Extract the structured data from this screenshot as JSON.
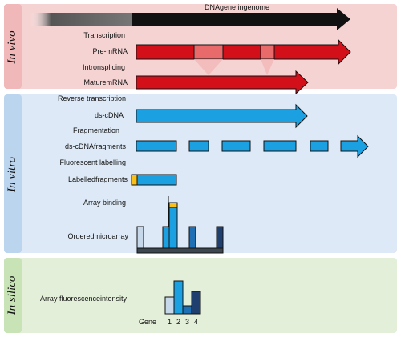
{
  "panels": {
    "in_vivo": {
      "title": "In vivo",
      "bg": "#f6d3d3",
      "side": "#f0b8b8"
    },
    "in_vitro": {
      "title": "In vitro",
      "bg": "#dde9f6",
      "side": "#bcd5ef"
    },
    "in_silico": {
      "title": "In silico",
      "bg": "#e3efd9",
      "side": "#c8e3b6"
    }
  },
  "steps": {
    "genome": "DNAgene ingenome",
    "transcription": "Transcription",
    "pre_mrna": "Pre-mRNA",
    "intron_splicing": "Intronsplicing",
    "mature_mrna": "MaturemRNA",
    "reverse_transcription": "Reverse transcription",
    "ds_cdna": "ds-cDNA",
    "fragmentation": "Fragmentation",
    "ds_cdna_fragments": "ds-cDNAfragments",
    "fluorescent_labelling": "Fluorescent labelling",
    "labelled_fragments": "Labelledfragments",
    "array_binding": "Array binding",
    "ordered_microarray": "Orderedmicroarray",
    "array_fluorescence": "Array fluorescenceintensity"
  },
  "chart": {
    "axis_label": "Gene",
    "genes": [
      "1",
      "2",
      "3",
      "4"
    ]
  },
  "colors": {
    "dna": "#111111",
    "rna_red": "#d3101a",
    "exon_light": "#e86a6a",
    "cdna_blue": "#1ba1e2",
    "label_yellow": "#f8c018",
    "probe_pale": "#c6d8ea",
    "probe_mid": "#1f6fb4",
    "probe_dark": "#1f3f6e",
    "substrate": "#3c4650"
  }
}
